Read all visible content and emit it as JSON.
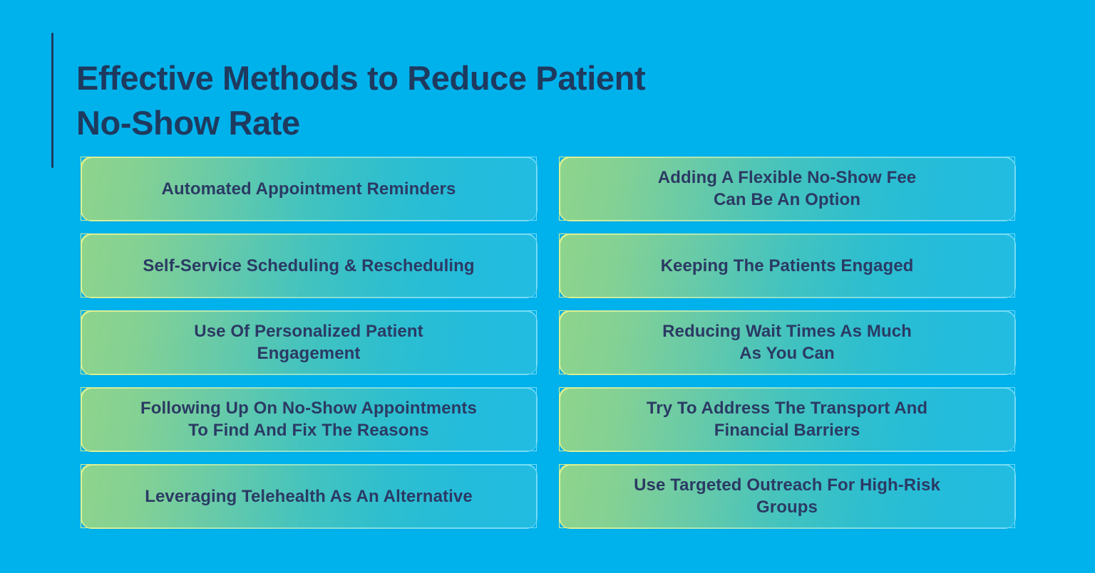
{
  "theme": {
    "background_color": "#00b2ec",
    "title_color": "#1e3a5f",
    "card_text_color": "#2b3a64",
    "card_gradient_start": "#8ed48c",
    "card_gradient_end": "#22bce2",
    "card_border_start": "#e2f28e",
    "card_border_end": "#76ddf7"
  },
  "header": {
    "title": "Effective Methods to Reduce Patient\nNo-Show Rate"
  },
  "cards": {
    "left_column": [
      {
        "label": "Automated Appointment Reminders"
      },
      {
        "label": "Self-Service Scheduling & Rescheduling"
      },
      {
        "label": "Use Of Personalized Patient\nEngagement"
      },
      {
        "label": "Following Up On No-Show Appointments\nTo Find And Fix The Reasons"
      },
      {
        "label": "Leveraging Telehealth As An Alternative"
      }
    ],
    "right_column": [
      {
        "label": "Adding A Flexible No-Show Fee\nCan Be An Option"
      },
      {
        "label": "Keeping The Patients Engaged"
      },
      {
        "label": "Reducing Wait Times As Much\nAs You Can"
      },
      {
        "label": "Try To Address The Transport And\nFinancial Barriers"
      },
      {
        "label": "Use Targeted Outreach For High-Risk\nGroups"
      }
    ]
  }
}
